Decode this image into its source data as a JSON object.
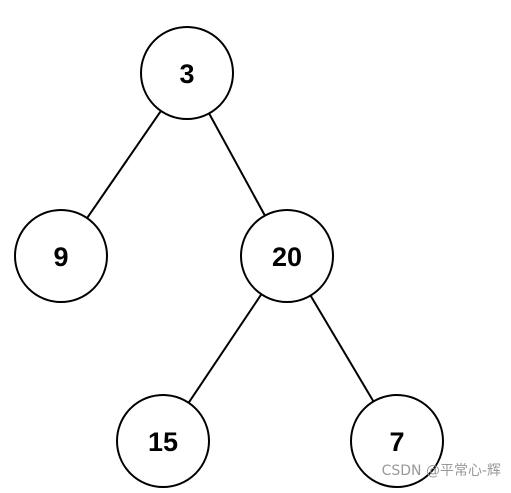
{
  "tree": {
    "stroke_color": "#000000",
    "fill_color": "#ffffff",
    "nodes": [
      {
        "id": "n3",
        "label": "3"
      },
      {
        "id": "n9",
        "label": "9"
      },
      {
        "id": "n20",
        "label": "20"
      },
      {
        "id": "n15",
        "label": "15"
      },
      {
        "id": "n7",
        "label": "7"
      }
    ],
    "edges": [
      {
        "from": "n3",
        "to": "n9"
      },
      {
        "from": "n3",
        "to": "n20"
      },
      {
        "from": "n20",
        "to": "n15"
      },
      {
        "from": "n20",
        "to": "n7"
      }
    ]
  },
  "watermark": {
    "text": "CSDN @平常心-辉",
    "color": "#999999"
  }
}
